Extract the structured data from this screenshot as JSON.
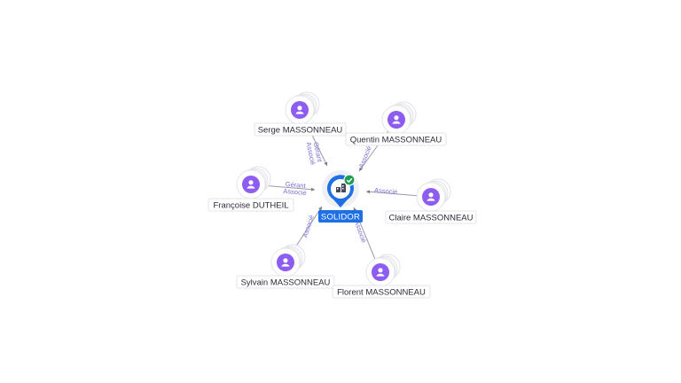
{
  "company": {
    "name": "SOLIDOR",
    "icon": "building-icon",
    "badge_icon": "check-icon",
    "accent": "#1f6fe5",
    "badge_color": "#1e9e55"
  },
  "people": [
    {
      "id": "serge",
      "name": "Serge MASSONNEAU",
      "roles": [
        "Gérant",
        "Associé"
      ],
      "icon": "person-icon"
    },
    {
      "id": "quentin",
      "name": "Quentin MASSONNEAU",
      "roles": [
        "Associé"
      ],
      "icon": "person-icon"
    },
    {
      "id": "francoise",
      "name": "Françoise DUTHEIL",
      "roles": [
        "Gérant",
        "Associé"
      ],
      "icon": "person-icon"
    },
    {
      "id": "claire",
      "name": "Claire MASSONNEAU",
      "roles": [
        "Associé"
      ],
      "icon": "person-icon"
    },
    {
      "id": "sylvain",
      "name": "Sylvain MASSONNEAU",
      "roles": [
        "Associé"
      ],
      "icon": "person-icon"
    },
    {
      "id": "florent",
      "name": "Florent MASSONNEAU",
      "roles": [
        "Associé"
      ],
      "icon": "person-icon"
    }
  ],
  "colors": {
    "person": "#8d5cf0",
    "edge_label": "#7b6fd6",
    "edge": "#9a9aa8"
  }
}
